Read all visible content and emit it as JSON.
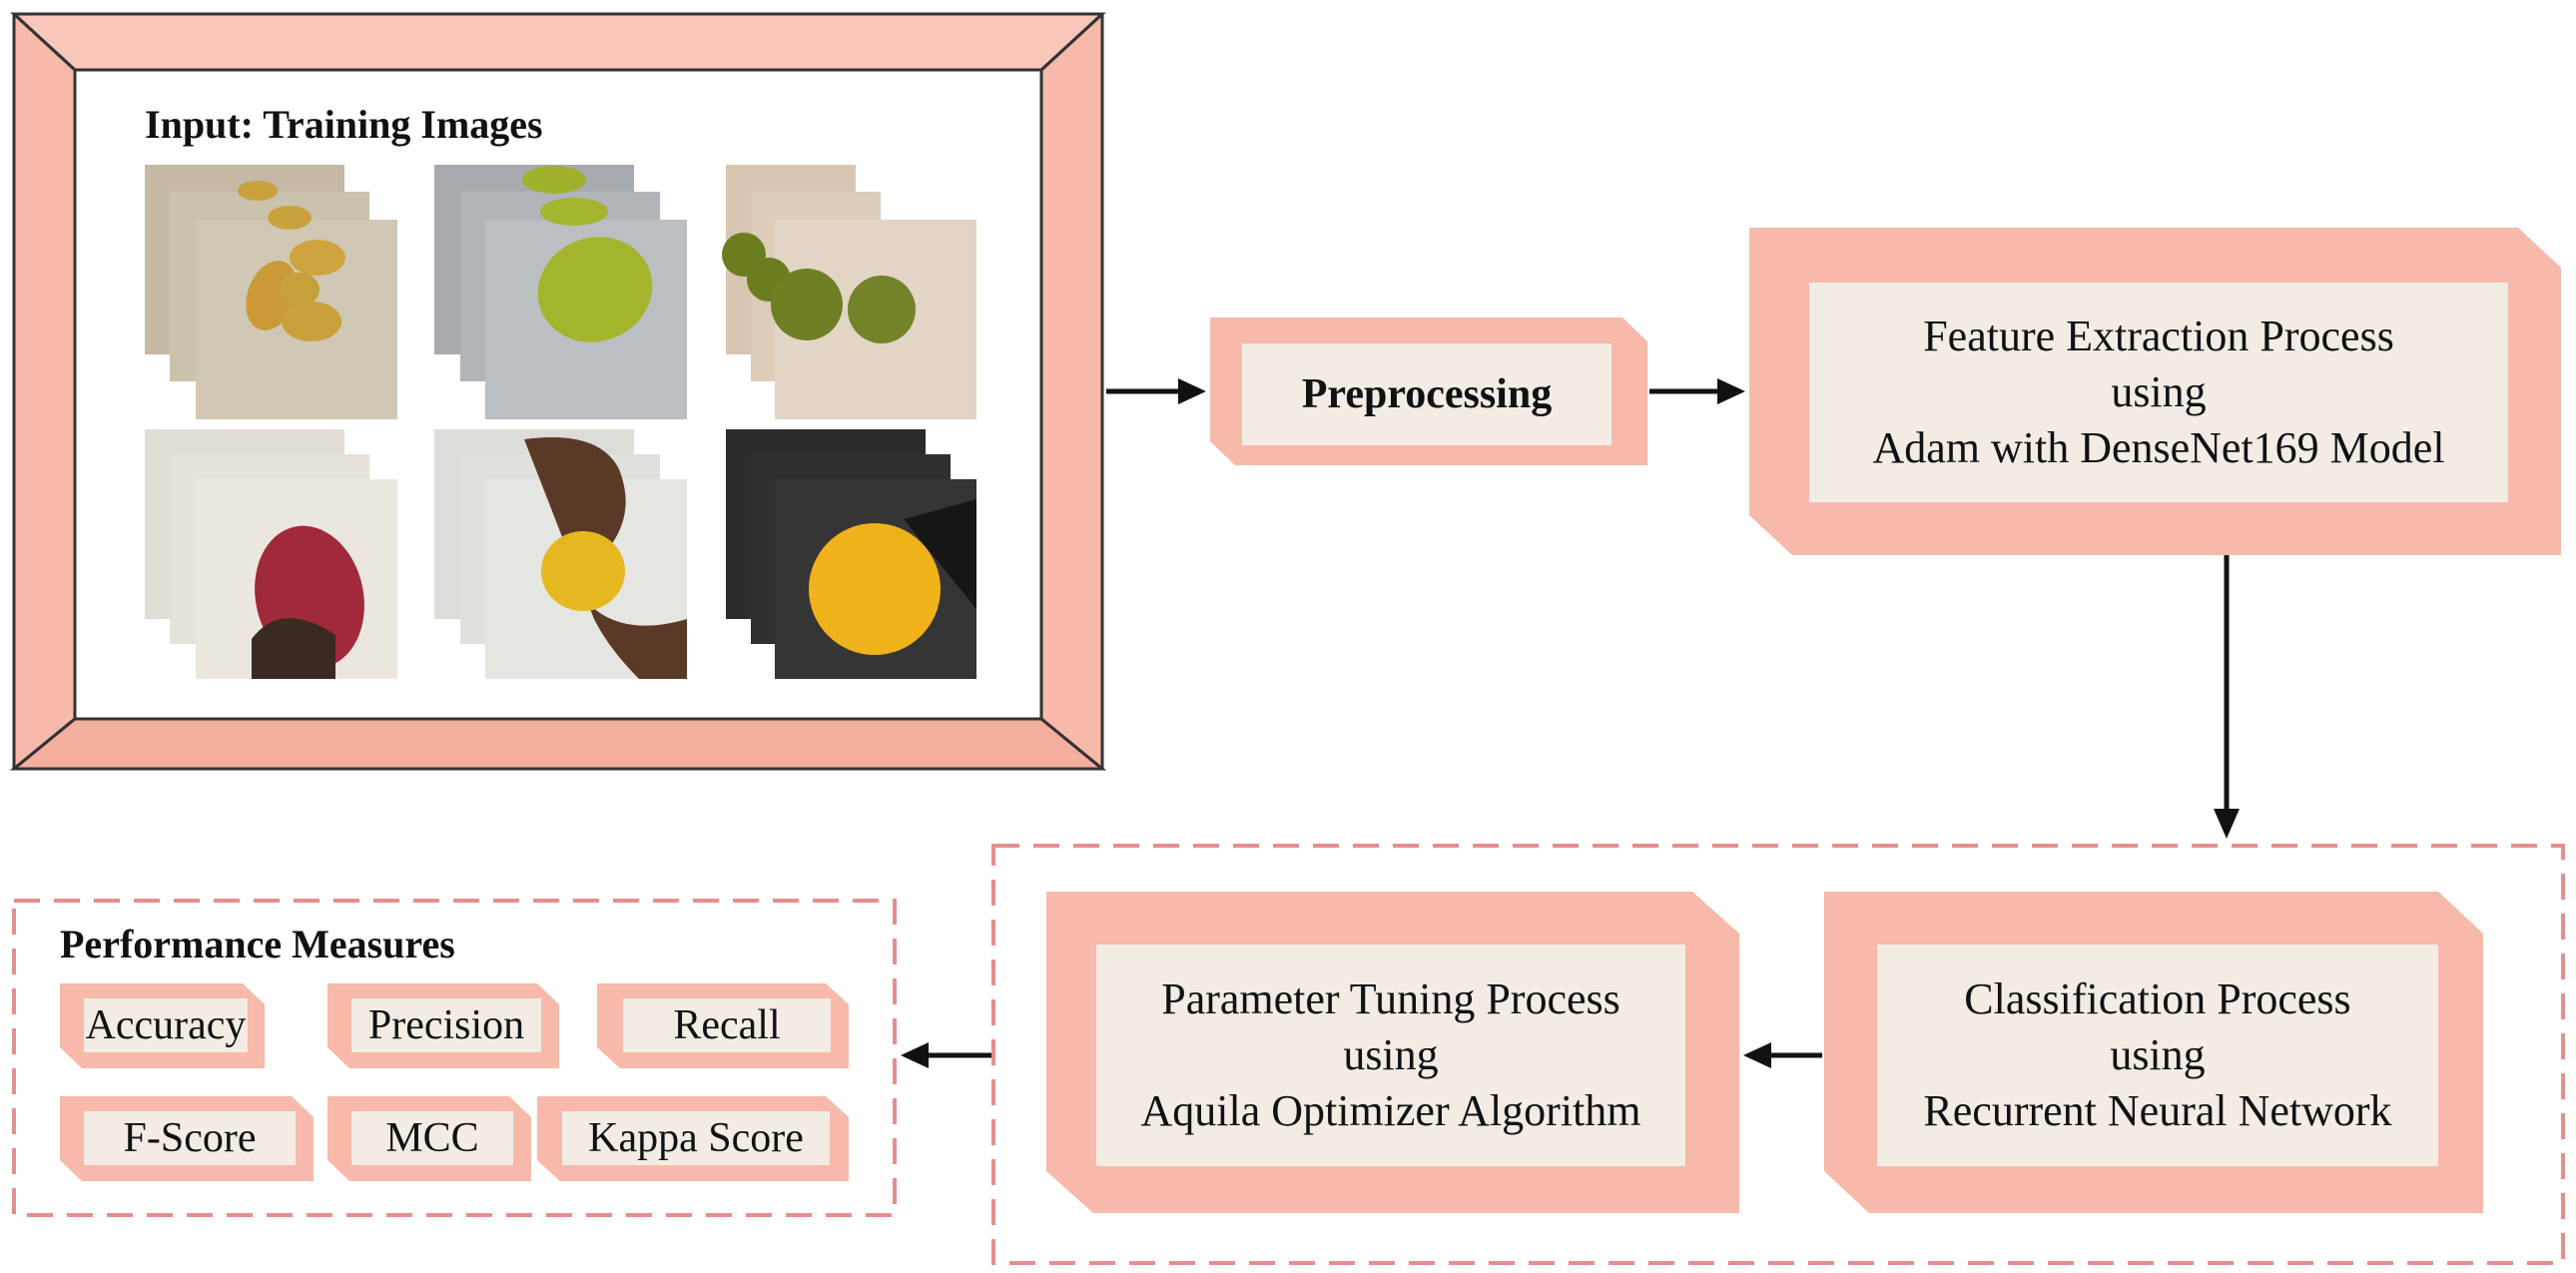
{
  "input": {
    "title": "Input: Training Images"
  },
  "preprocessing": {
    "label": "Preprocessing"
  },
  "feature_extraction": {
    "line1": "Feature Extraction Process",
    "line2": "using",
    "line3": "Adam with DenseNet169 Model"
  },
  "classification": {
    "line1": "Classification Process",
    "line2": "using",
    "line3": "Recurrent Neural Network"
  },
  "parameter_tuning": {
    "line1": "Parameter Tuning Process",
    "line2": "using",
    "line3": "Aquila Optimizer Algorithm"
  },
  "performance": {
    "title": "Performance Measures",
    "metrics": [
      "Accuracy",
      "Precision",
      "Recall",
      "F-Score",
      "MCC",
      "Kappa Score"
    ]
  },
  "colors": {
    "salmon": "#f6b9aa",
    "cream": "#f2ece4",
    "dashed": "#e58e8e",
    "stroke": "#333333"
  },
  "images": [
    {
      "subject": "potatoes",
      "background": "#c9c0ac",
      "object": "#c9a23d"
    },
    {
      "subject": "green lemon",
      "background": "#b9bcbf",
      "object": "#9fb12c"
    },
    {
      "subject": "green oranges",
      "background": "#d9cbbb",
      "object": "#6c7d1f"
    },
    {
      "subject": "red pomegranate",
      "background": "#e4e0d8",
      "object": "#a02a3c"
    },
    {
      "subject": "yellow lemon in hand",
      "background": "#e0e0dc",
      "object": "#e6b820"
    },
    {
      "subject": "yellow orange on dark",
      "background": "#2f2f2f",
      "object": "#f0b21a"
    }
  ]
}
